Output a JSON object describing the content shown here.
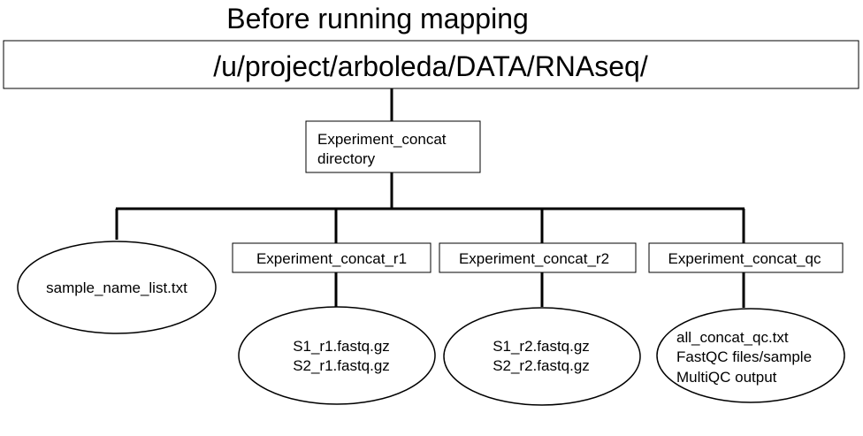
{
  "title": "Before running mapping",
  "root": {
    "label": "/u/project/arboleda/DATA/RNAseq/"
  },
  "experiment_dir": {
    "lines": [
      "Experiment_concat",
      "directory"
    ]
  },
  "children": [
    {
      "id": "sample-name-list",
      "shape": "ellipse",
      "label": "sample_name_list.txt"
    },
    {
      "id": "dir-r1",
      "shape": "box",
      "label": "Experiment_concat_r1",
      "contents": [
        "S1_r1.fastq.gz",
        "S2_r1.fastq.gz"
      ]
    },
    {
      "id": "dir-r2",
      "shape": "box",
      "label": "Experiment_concat_r2",
      "contents": [
        "S1_r2.fastq.gz",
        "S2_r2.fastq.gz"
      ]
    },
    {
      "id": "dir-qc",
      "shape": "box",
      "label": "Experiment_concat_qc",
      "contents": [
        "all_concat_qc.txt",
        "FastQC files/sample",
        "MultiQC output"
      ]
    }
  ]
}
